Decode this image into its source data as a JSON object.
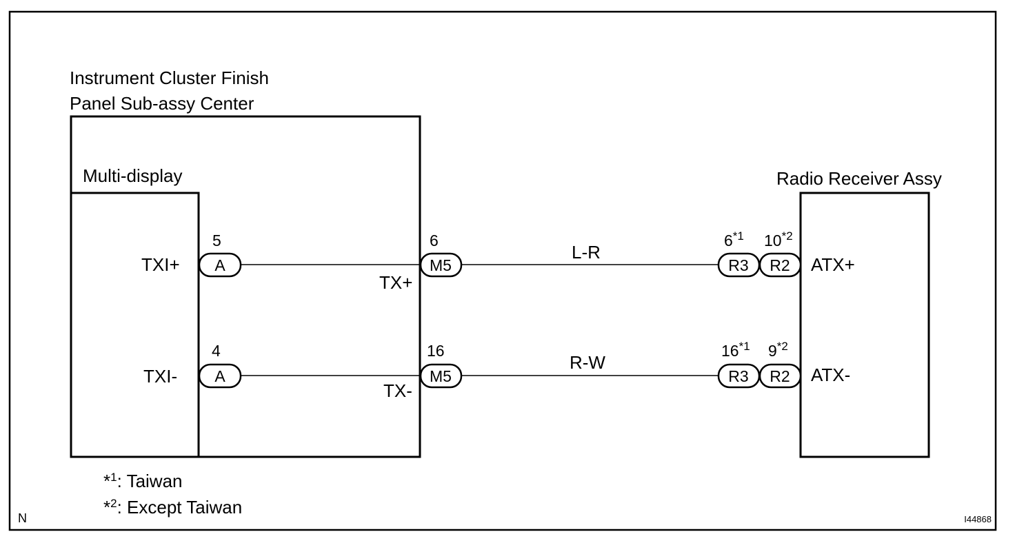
{
  "components": {
    "panel_title_line1": "Instrument Cluster Finish",
    "panel_title_line2": "Panel Sub-assy Center",
    "multi_display": "Multi-display",
    "radio_receiver": "Radio Receiver Assy"
  },
  "circuits": {
    "upper": {
      "multi_display_terminal": "TXI+",
      "pin_a": "5",
      "connector_a": "A",
      "panel_terminal": "TX+",
      "pin_m5": "6",
      "connector_m5": "M5",
      "wire_color": "L-R",
      "pin_r3": "6",
      "r3_note_mark": "*1",
      "connector_r3": "R3",
      "pin_r2": "10",
      "r2_note_mark": "*2",
      "connector_r2": "R2",
      "radio_terminal": "ATX+"
    },
    "lower": {
      "multi_display_terminal": "TXI-",
      "pin_a": "4",
      "connector_a": "A",
      "panel_terminal": "TX-",
      "pin_m5": "16",
      "connector_m5": "M5",
      "wire_color": "R-W",
      "pin_r3": "16",
      "r3_note_mark": "*1",
      "connector_r3": "R3",
      "pin_r2": "9",
      "r2_note_mark": "*2",
      "connector_r2": "R2",
      "radio_terminal": "ATX-"
    }
  },
  "notes": [
    {
      "mark": "*",
      "num": "1",
      "text": ": Taiwan"
    },
    {
      "mark": "*",
      "num": "2",
      "text": ": Except Taiwan"
    }
  ],
  "corner_left": "N",
  "figure_id": "I44868"
}
